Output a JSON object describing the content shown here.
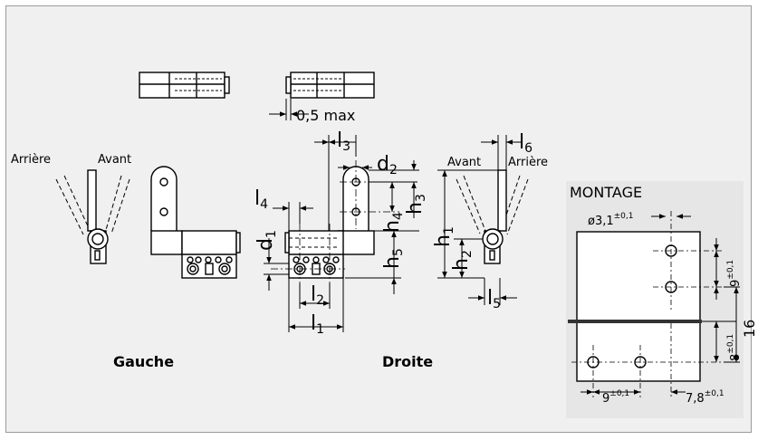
{
  "captions": {
    "left": "Gauche",
    "right": "Droite"
  },
  "labels": {
    "max_play": "0,5 max",
    "rear": "Arrière",
    "front": "Avant"
  },
  "dimensions": {
    "l1": {
      "base": "l",
      "sub": "1"
    },
    "l2": {
      "base": "l",
      "sub": "2"
    },
    "l3": {
      "base": "l",
      "sub": "3"
    },
    "l4": {
      "base": "l",
      "sub": "4"
    },
    "l5": {
      "base": "l",
      "sub": "5"
    },
    "l6": {
      "base": "l",
      "sub": "6"
    },
    "d1": {
      "base": "d",
      "sub": "1"
    },
    "d2": {
      "base": "d",
      "sub": "2"
    },
    "h1": {
      "base": "h",
      "sub": "1"
    },
    "h2": {
      "base": "h",
      "sub": "2"
    },
    "h3": {
      "base": "h",
      "sub": "3"
    },
    "h4": {
      "base": "h",
      "sub": "4"
    },
    "h5": {
      "base": "h",
      "sub": "5"
    }
  },
  "montage": {
    "title": "MONTAGE",
    "hole_dia": {
      "value": "ø3,1",
      "tol": "±0,1"
    },
    "pitch_v": {
      "value": "9",
      "tol": "±0,1"
    },
    "offset_v": {
      "value": "8",
      "tol": "±0,1"
    },
    "total_v": "16",
    "pitch_h": {
      "value": "9",
      "tol": "±0,1"
    },
    "offset_h": {
      "value": "7,8",
      "tol": "±0,1"
    }
  }
}
